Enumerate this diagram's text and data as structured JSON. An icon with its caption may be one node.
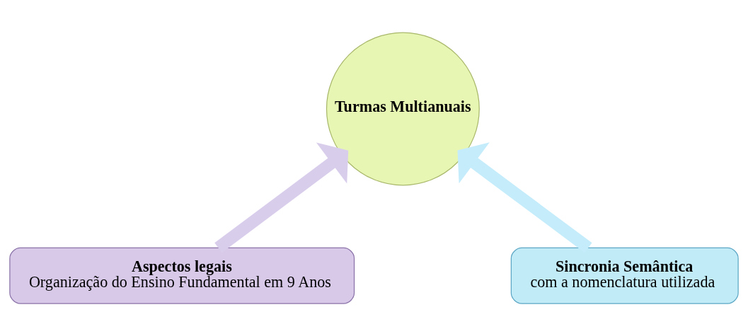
{
  "diagram": {
    "nodes": [
      {
        "text": [
          "Turmas Multianuais"
        ]
      },
      {
        "text": [
          "Aspectos legais",
          "Organização do Ensino Fundamental em 9 Anos"
        ]
      },
      {
        "text": [
          "Sincronia Semântica",
          "com a nomenclatura utilizada"
        ]
      }
    ],
    "edges": [
      {
        "from": 1,
        "to": 0,
        "arrow": "to",
        "color": "#d9cdec"
      },
      {
        "from": 2,
        "to": 0,
        "arrow": "to",
        "color": "#c4ecfb"
      }
    ]
  }
}
